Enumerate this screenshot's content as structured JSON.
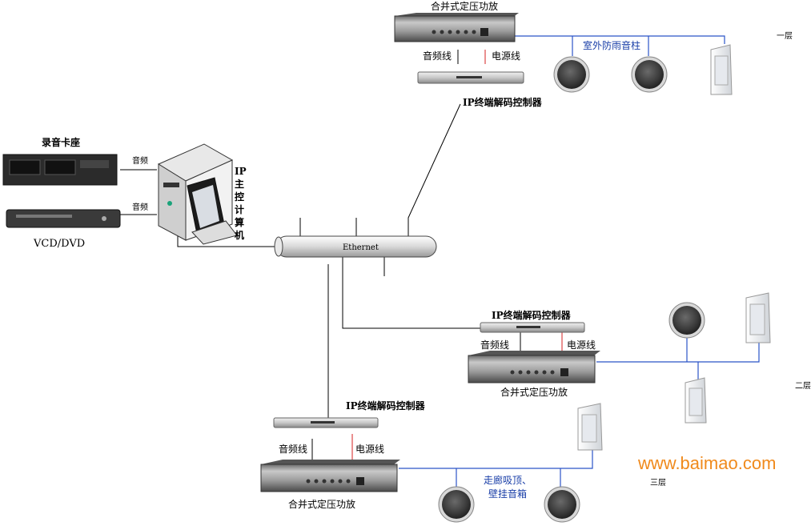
{
  "amp_top": "合并式定压功放",
  "amp_right": "合并式定压功放",
  "amp_bottom": "合并式定压功放",
  "audio_line": "音频线",
  "power_line": "电源线",
  "decoder": "IP终端解码控制器",
  "outdoor_speaker": "室外防雨音柱",
  "floor1": "一层",
  "floor2": "二层",
  "floor3": "三层",
  "recorder": "录音卡座",
  "audio": "音频",
  "vcd": "VCD/DVD",
  "ip_host_chars": [
    "IP",
    "主",
    "控",
    "计",
    "算",
    "机"
  ],
  "ethernet": "Ethernet",
  "corridor_line1": "走廊吸顶、",
  "corridor_line2": "壁挂音箱",
  "watermark": "www.baimao.com",
  "colors": {
    "wire_blue": "#2a54c8",
    "power_red": "#d42020",
    "watermark": "#f08a1c"
  }
}
